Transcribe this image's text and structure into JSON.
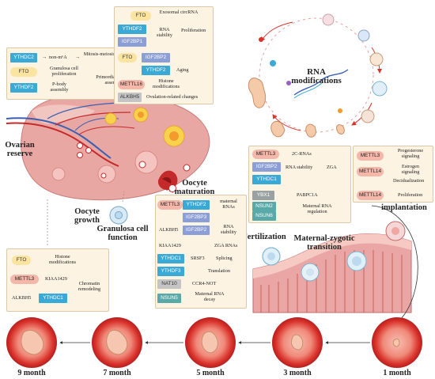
{
  "top_left_box": {
    "rows": [
      {
        "tag": "YTHDC2",
        "arrow": "→",
        "text1": "non-m⁶A",
        "arrow2": "→",
        "text2": "Mitosis-meiosis transition"
      },
      {
        "tag": "FTO",
        "text": "Granulosa cell proliferation"
      },
      {
        "tag": "YTHDF2",
        "text": "P-body assembly"
      }
    ],
    "result": "Primordial follicle assembly"
  },
  "top_center_box": {
    "rows": [
      "FTO",
      "YTHDF2",
      "IGF2BP1",
      "FTO",
      "IGF2BP2",
      "YTHDF2",
      "METTL16",
      "ALKBH5"
    ],
    "texts": {
      "exosomal": "Exosomal circRNA",
      "rna_stability": "RNA stability",
      "proliferation": "Proliferation",
      "aging": "Aging",
      "histone": "Histone modifications",
      "ovulation": "Ovulation-related changes"
    }
  },
  "rna_modifications": "RNA modifications",
  "ovarian_reserve": "Ovarian reserve",
  "oocyte_growth": "Oocyte growth",
  "granulosa": "Granulosa cell function",
  "oocyte_maturation": "Oocyte maturation",
  "fertilization": "Fertilization",
  "mzt": "Maternal-zygotic transition",
  "embryo_implantation": "Embryo implantation",
  "growth_box": {
    "tags": [
      "FTO",
      "METTL3",
      "ALKBH5",
      "YTHDC1"
    ],
    "histone": "Histone modifications",
    "kiaa": "KIAA1429",
    "chromatin": "Chromatin remodeling"
  },
  "maturation_box": {
    "tags": [
      "METTL3",
      "YTHDF2",
      "IGF2BP3",
      "ALKBH5",
      "IGF2BP2",
      "KIAA1429",
      "YTHDC1",
      "YTHDF3",
      "NAT10",
      "NSUN5"
    ],
    "maternal_rnas": "maternal RNAs",
    "rna_stability": "RNA stability",
    "zga_rnas": "ZGA RNAs",
    "srsf3": "SRSF3",
    "splicing": "Splicing",
    "translation": "Translation",
    "ccr4": "CCR4-NOT",
    "decay": "Maternal RNA decay"
  },
  "mzt_box": {
    "tags": [
      "METTL3",
      "IGF2BP2",
      "YTHDC1",
      "YBX1",
      "NSUN2",
      "NSUN6"
    ],
    "c2rnas": "2C-RNAs",
    "rna_stability": "RNA stability",
    "zga": "ZGA",
    "pabpc": "PABPC1A",
    "maternal_reg": "Maternal RNA regulation"
  },
  "implant_box": {
    "tags": [
      "METTL3",
      "METTL14",
      "METTL14"
    ],
    "progesterone": "Progesterone signaling",
    "estrogen": "Estrogen signaling",
    "decidual": "Decidualization",
    "prolif": "Proliferation"
  },
  "months": [
    "9 month",
    "7 month",
    "5 month",
    "3 month",
    "1 month"
  ],
  "colors": {
    "panel": "#fdf3e2",
    "ythdf": "#3aa9d6",
    "igf": "#8c9ed6",
    "ovary": "#e8a7a7",
    "uterus": "#e7a0a0",
    "embryo_ring": "#d9322b"
  }
}
